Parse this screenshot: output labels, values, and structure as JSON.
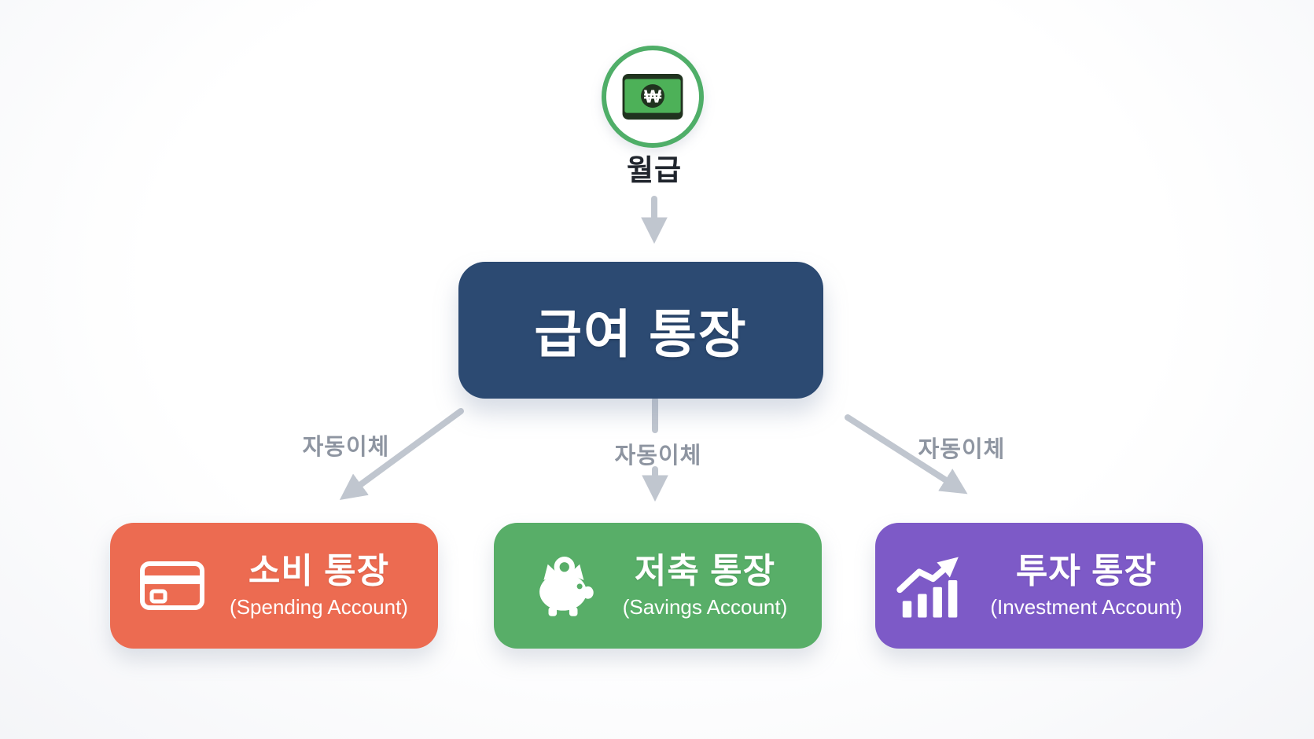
{
  "diagram": {
    "source": {
      "label": "월급",
      "currency_symbol": "₩",
      "icon": "won-banknote-icon"
    },
    "main_account": {
      "label": "급여 통장"
    },
    "connectors": [
      {
        "label": "자동이체"
      },
      {
        "label": "자동이체"
      },
      {
        "label": "자동이체"
      }
    ],
    "accounts": [
      {
        "title": "소비 통장",
        "subtitle": "(Spending Account)",
        "icon": "credit-card-icon",
        "color": "#ec6b51"
      },
      {
        "title": "저축 통장",
        "subtitle": "(Savings Account)",
        "icon": "piggy-bank-icon",
        "color": "#58ae68"
      },
      {
        "title": "투자 통장",
        "subtitle": "(Investment Account)",
        "icon": "trending-bar-chart-icon",
        "color": "#7d5ac7"
      }
    ]
  },
  "colors": {
    "main_account_bg": "#2c4a72",
    "spending_bg": "#ec6b51",
    "savings_bg": "#58ae68",
    "investment_bg": "#7d5ac7",
    "arrow": "#c0c6cf",
    "connector_label": "#8e95a1",
    "source_icon_green": "#4fae68"
  }
}
